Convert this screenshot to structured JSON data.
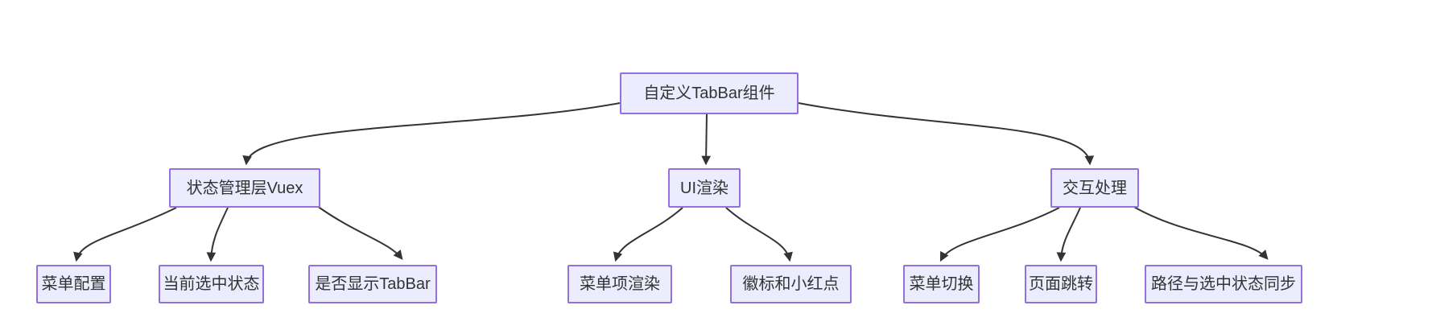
{
  "diagram": {
    "type": "flowchart-top-down",
    "nodes": {
      "root": {
        "label": "自定义TabBar组件"
      },
      "vuex": {
        "label": "状态管理层Vuex"
      },
      "ui": {
        "label": "UI渲染"
      },
      "interact": {
        "label": "交互处理"
      },
      "menu_config": {
        "label": "菜单配置"
      },
      "current_state": {
        "label": "当前选中状态"
      },
      "show_tabbar": {
        "label": "是否显示TabBar"
      },
      "item_render": {
        "label": "菜单项渲染"
      },
      "badge": {
        "label": "徽标和小红点"
      },
      "menu_switch": {
        "label": "菜单切换"
      },
      "page_jump": {
        "label": "页面跳转"
      },
      "path_sync": {
        "label": "路径与选中状态同步"
      }
    },
    "edges": [
      {
        "from": "root",
        "to": "vuex"
      },
      {
        "from": "root",
        "to": "ui"
      },
      {
        "from": "root",
        "to": "interact"
      },
      {
        "from": "vuex",
        "to": "menu_config"
      },
      {
        "from": "vuex",
        "to": "current_state"
      },
      {
        "from": "vuex",
        "to": "show_tabbar"
      },
      {
        "from": "ui",
        "to": "item_render"
      },
      {
        "from": "ui",
        "to": "badge"
      },
      {
        "from": "interact",
        "to": "menu_switch"
      },
      {
        "from": "interact",
        "to": "page_jump"
      },
      {
        "from": "interact",
        "to": "path_sync"
      }
    ]
  },
  "colors": {
    "node_fill": "#ECECFF",
    "node_border": "#9370DB",
    "edge": "#333333",
    "text": "#333333",
    "background": "#FFFFFF"
  }
}
